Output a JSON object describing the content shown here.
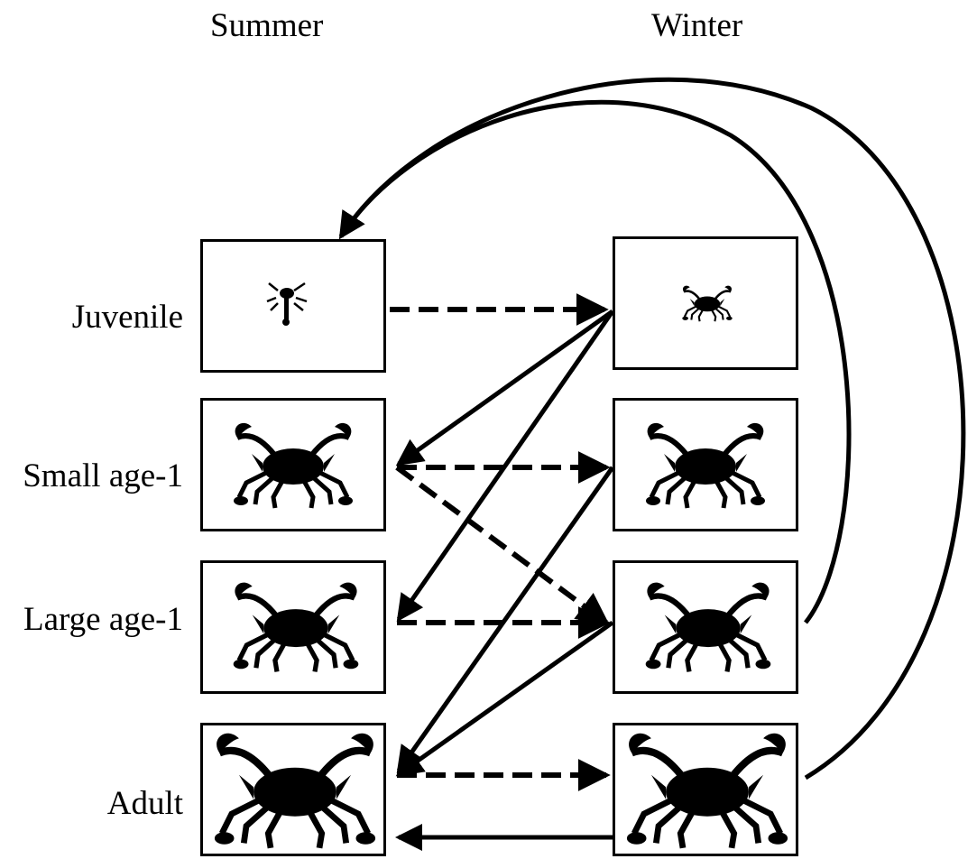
{
  "columns": {
    "left": "Summer",
    "right": "Winter"
  },
  "rows": [
    {
      "label": "Juvenile",
      "summer_icon": "crab-megalopa-icon",
      "winter_icon": "crab-tiny-icon"
    },
    {
      "label": "Small age-1",
      "summer_icon": "crab-small-icon",
      "winter_icon": "crab-small-icon"
    },
    {
      "label": "Large age-1",
      "summer_icon": "crab-large-icon",
      "winter_icon": "crab-large-icon"
    },
    {
      "label": "Adult",
      "summer_icon": "crab-adult-icon",
      "winter_icon": "crab-adult-icon"
    }
  ],
  "transitions": [
    {
      "from": "Summer Juvenile",
      "to": "Winter Juvenile",
      "style": "dashed"
    },
    {
      "from": "Summer Small age-1",
      "to": "Winter Small age-1",
      "style": "dashed"
    },
    {
      "from": "Summer Small age-1",
      "to": "Winter Large age-1",
      "style": "dashed"
    },
    {
      "from": "Summer Large age-1",
      "to": "Winter Large age-1",
      "style": "dashed"
    },
    {
      "from": "Summer Adult",
      "to": "Winter Adult",
      "style": "dashed"
    },
    {
      "from": "Winter Juvenile",
      "to": "Summer Small age-1",
      "style": "solid"
    },
    {
      "from": "Winter Juvenile",
      "to": "Summer Large age-1",
      "style": "solid"
    },
    {
      "from": "Winter Small age-1",
      "to": "Summer Adult",
      "style": "solid"
    },
    {
      "from": "Winter Large age-1",
      "to": "Summer Adult",
      "style": "solid"
    },
    {
      "from": "Winter Adult",
      "to": "Summer Adult",
      "style": "solid"
    },
    {
      "from": "Winter Large age-1",
      "to": "Summer Juvenile",
      "style": "solid"
    },
    {
      "from": "Winter Adult",
      "to": "Summer Juvenile",
      "style": "solid"
    }
  ]
}
